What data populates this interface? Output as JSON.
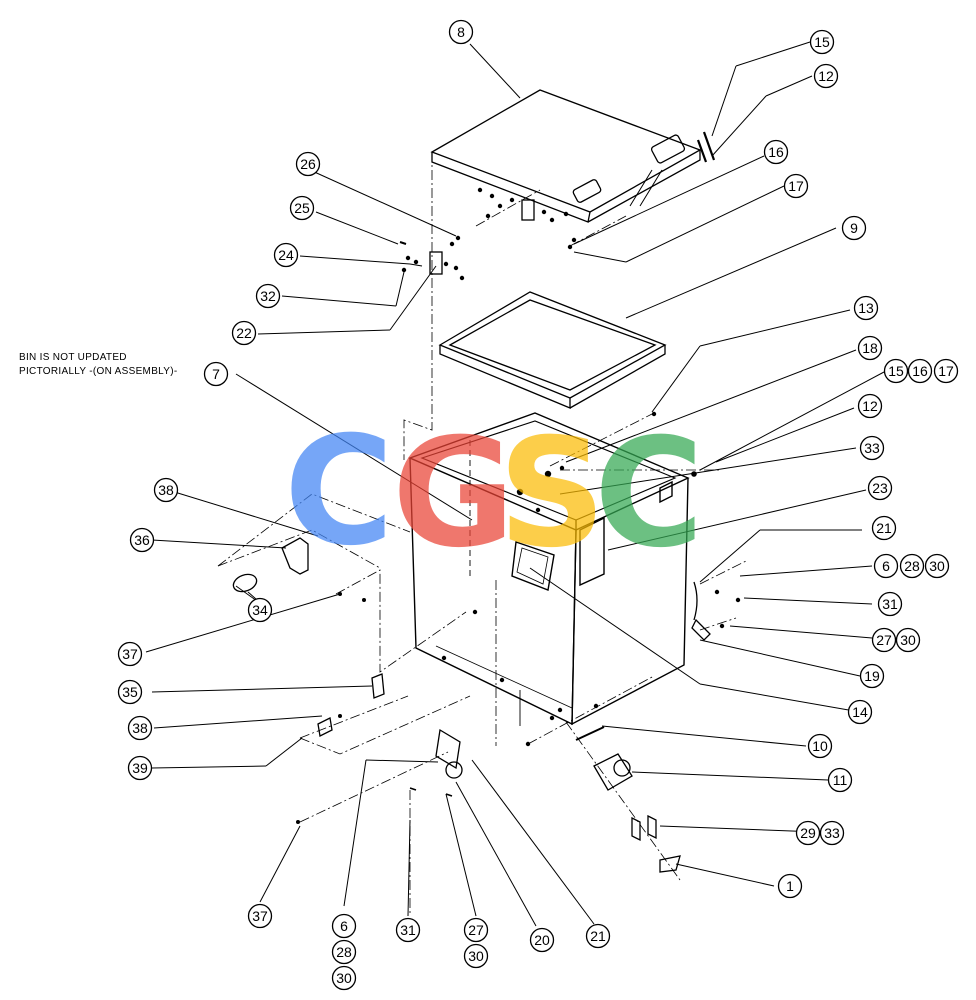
{
  "note": {
    "line1": "BIN IS NOT UPDATED",
    "line2": "PICTORIALLY -(ON ASSEMBLY)-"
  },
  "watermark": {
    "text": "CGSC",
    "colors": [
      "#4285F4",
      "#EA4335",
      "#FBBC05",
      "#34A853"
    ]
  },
  "callouts": [
    {
      "id": "c8",
      "label": "8"
    },
    {
      "id": "c15a",
      "label": "15"
    },
    {
      "id": "c12a",
      "label": "12"
    },
    {
      "id": "c16a",
      "label": "16"
    },
    {
      "id": "c17a",
      "label": "17"
    },
    {
      "id": "c26",
      "label": "26"
    },
    {
      "id": "c25",
      "label": "25"
    },
    {
      "id": "c9",
      "label": "9"
    },
    {
      "id": "c24",
      "label": "24"
    },
    {
      "id": "c32",
      "label": "32"
    },
    {
      "id": "c22",
      "label": "22"
    },
    {
      "id": "c13",
      "label": "13"
    },
    {
      "id": "c18",
      "label": "18"
    },
    {
      "id": "c15b",
      "label": "15"
    },
    {
      "id": "c16b",
      "label": "16"
    },
    {
      "id": "c17b",
      "label": "17"
    },
    {
      "id": "c7",
      "label": "7"
    },
    {
      "id": "c12b",
      "label": "12"
    },
    {
      "id": "c33a",
      "label": "33"
    },
    {
      "id": "c23",
      "label": "23"
    },
    {
      "id": "c38a",
      "label": "38"
    },
    {
      "id": "c21a",
      "label": "21"
    },
    {
      "id": "c36",
      "label": "36"
    },
    {
      "id": "c6a",
      "label": "6"
    },
    {
      "id": "c28a",
      "label": "28"
    },
    {
      "id": "c30a",
      "label": "30"
    },
    {
      "id": "c34",
      "label": "34"
    },
    {
      "id": "c31a",
      "label": "31"
    },
    {
      "id": "c37a",
      "label": "37"
    },
    {
      "id": "c27a",
      "label": "27"
    },
    {
      "id": "c30b",
      "label": "30"
    },
    {
      "id": "c19",
      "label": "19"
    },
    {
      "id": "c35",
      "label": "35"
    },
    {
      "id": "c14",
      "label": "14"
    },
    {
      "id": "c38b",
      "label": "38"
    },
    {
      "id": "c10",
      "label": "10"
    },
    {
      "id": "c39",
      "label": "39"
    },
    {
      "id": "c11",
      "label": "11"
    },
    {
      "id": "c29",
      "label": "29"
    },
    {
      "id": "c33b",
      "label": "33"
    },
    {
      "id": "c1",
      "label": "1"
    },
    {
      "id": "c37b",
      "label": "37"
    },
    {
      "id": "c31b",
      "label": "31"
    },
    {
      "id": "c27b",
      "label": "27"
    },
    {
      "id": "c20",
      "label": "20"
    },
    {
      "id": "c21b",
      "label": "21"
    },
    {
      "id": "c6b",
      "label": "6"
    },
    {
      "id": "c30c",
      "label": "30"
    },
    {
      "id": "c28b",
      "label": "28"
    },
    {
      "id": "c30d",
      "label": "30"
    }
  ]
}
